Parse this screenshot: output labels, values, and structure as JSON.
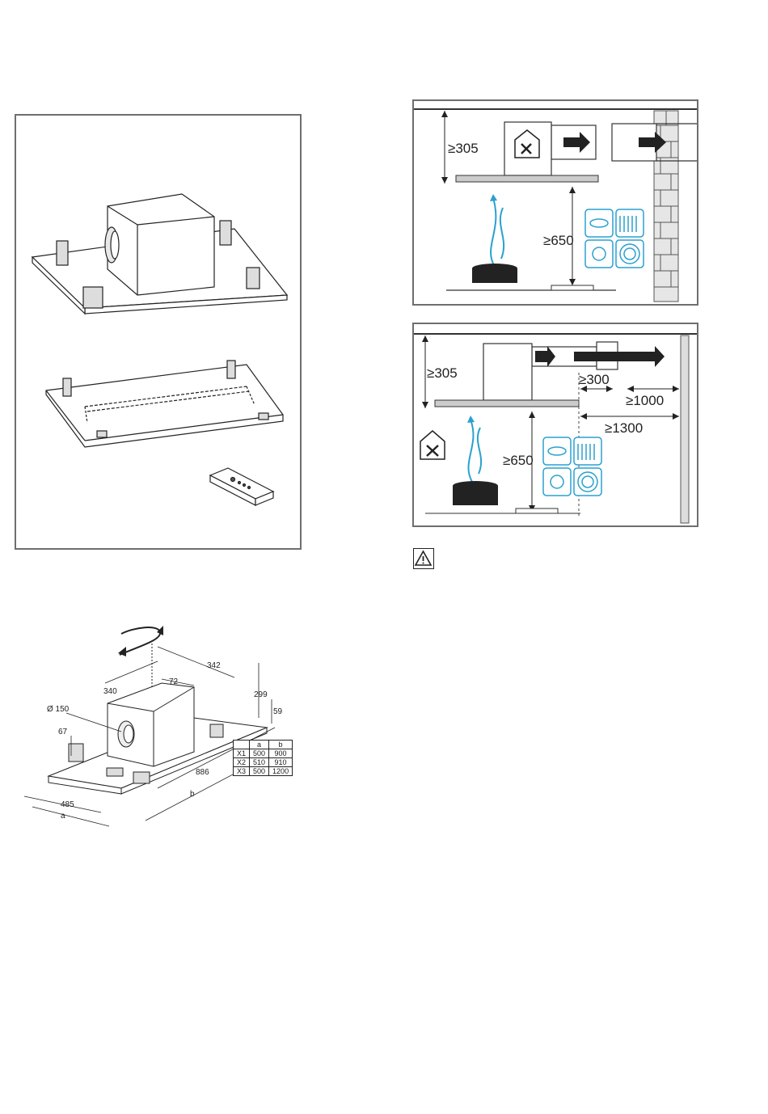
{
  "dimension_drawing": {
    "labels": {
      "w342": "342",
      "w340": "340",
      "w72": "72",
      "h299": "299",
      "h59": "59",
      "dia": "Ø 150",
      "h67": "67",
      "l886": "886",
      "w485": "485",
      "a": "a",
      "b": "b"
    },
    "table": {
      "headers": [
        "",
        "a",
        "b"
      ],
      "rows": [
        [
          "X1",
          "500",
          "900"
        ],
        [
          "X2",
          "510",
          "910"
        ],
        [
          "X3",
          "500",
          "1200"
        ]
      ]
    }
  },
  "clearance_top": {
    "min_height_above": "≥305",
    "min_height_cooktop": "≥650"
  },
  "clearance_bottom": {
    "min_height_above": "≥305",
    "min_height_cooktop": "≥650",
    "gap_300": "≥300",
    "gap_1000": "≥1000",
    "gap_1300": "≥1300"
  },
  "colors": {
    "accent_blue": "#2aa0d0",
    "frame_gray": "#6e6e6e"
  },
  "icons": {
    "warning": "warning-triangle-icon",
    "recirculation": "recirculation-house-icon",
    "extraction": "extraction-house-icon"
  }
}
